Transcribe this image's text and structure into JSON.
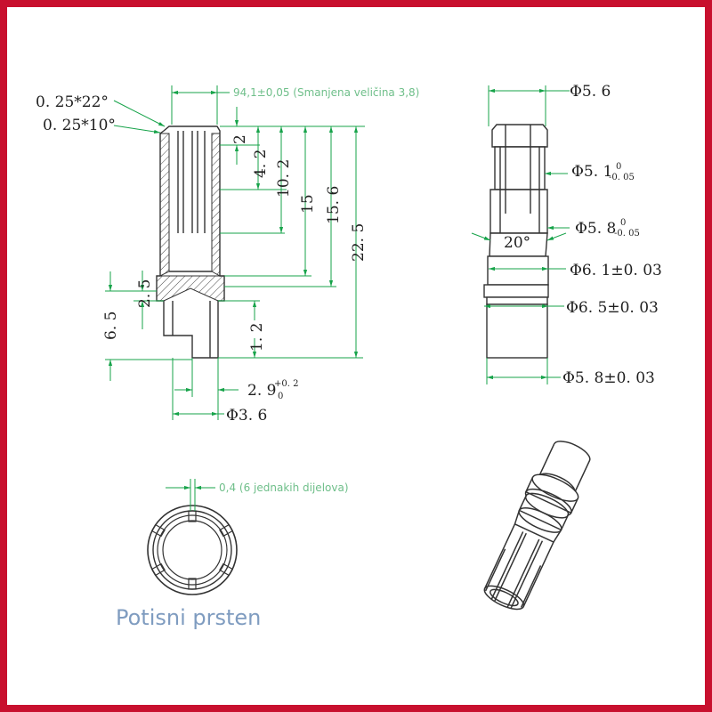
{
  "side_view": {
    "chamfer_1": "0. 25*22°",
    "chamfer_2": "0. 25*10°",
    "note_top": "94,1±0,05 (Smanjena veličina 3,8)",
    "d_2": "2",
    "d_4_2": "4. 2",
    "d_10_2": "10. 2",
    "d_15": "15",
    "d_15_6": "15. 6",
    "d_22_5": "22. 5",
    "d_2_5": "2. 5",
    "d_6_5": "6. 5",
    "d_1_2": "1. 2",
    "d_2_9": "2. 9",
    "d_2_9_tol_upper": "+0. 2",
    "d_2_9_tol_lower": "0",
    "d_3_6": "Φ3. 6"
  },
  "front_view": {
    "d_5_6": "Φ5. 6",
    "d_5_1": "Φ5. 1",
    "d_5_1_tol_upper": "0",
    "d_5_1_tol_lower": "-0. 05",
    "d_5_8": "Φ5. 8",
    "d_5_8_tol_upper": "0",
    "d_5_8_tol_lower": "-0. 05",
    "angle": "20°",
    "d_6_1": "Φ6. 1±0. 03",
    "d_6_5": "Φ6. 5±0. 03",
    "d_5_8_b": "Φ5. 8±0. 03"
  },
  "ring_view": {
    "note": "0,4 (6 jednakih dijelova)",
    "title": "Potisni prsten"
  },
  "colors": {
    "border": "#c8102e",
    "dimension_line": "#17a34a",
    "outline": "#333333",
    "title": "#7f9cc0",
    "note": "#6fbf8a"
  }
}
